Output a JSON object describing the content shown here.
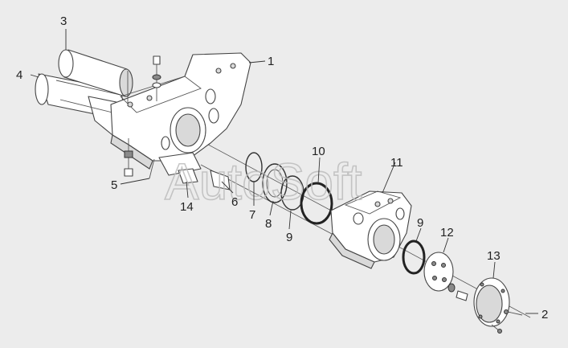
{
  "watermark": "AutoSoft",
  "callouts": [
    {
      "id": "1",
      "label": "1"
    },
    {
      "id": "2",
      "label": "2"
    },
    {
      "id": "3",
      "label": "3"
    },
    {
      "id": "4",
      "label": "4"
    },
    {
      "id": "5",
      "label": "5"
    },
    {
      "id": "6",
      "label": "6"
    },
    {
      "id": "7",
      "label": "7"
    },
    {
      "id": "8",
      "label": "8"
    },
    {
      "id": "9a",
      "label": "9"
    },
    {
      "id": "9b",
      "label": "9"
    },
    {
      "id": "10",
      "label": "10"
    },
    {
      "id": "11",
      "label": "11"
    },
    {
      "id": "12",
      "label": "12"
    },
    {
      "id": "13",
      "label": "13"
    },
    {
      "id": "14",
      "label": "14"
    }
  ],
  "colors": {
    "background": "#ececec",
    "line": "#444444",
    "watermark": "#bdbdbd"
  }
}
